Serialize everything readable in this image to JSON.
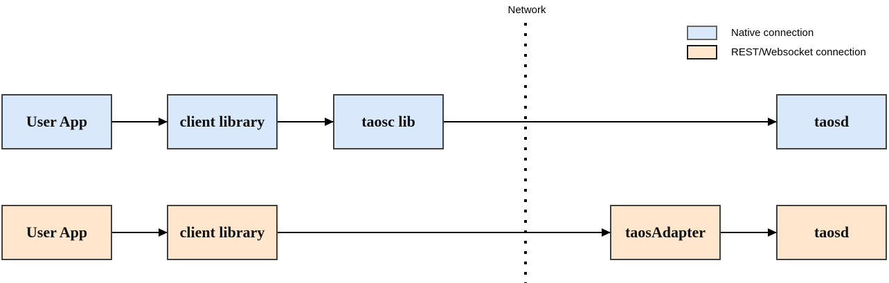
{
  "diagram": {
    "network_label": "Network",
    "legend": {
      "native": {
        "label": "Native connection",
        "color": "#dae8fc"
      },
      "rest": {
        "label": "REST/Websocket connection",
        "color": "#ffe6cc"
      }
    },
    "native_row": {
      "user_app": "User App",
      "client_library": "client library",
      "taosc_lib": "taosc lib",
      "taosd": "taosd"
    },
    "rest_row": {
      "user_app": "User App",
      "client_library": "client library",
      "taosadapter": "taosAdapter",
      "taosd": "taosd"
    }
  }
}
